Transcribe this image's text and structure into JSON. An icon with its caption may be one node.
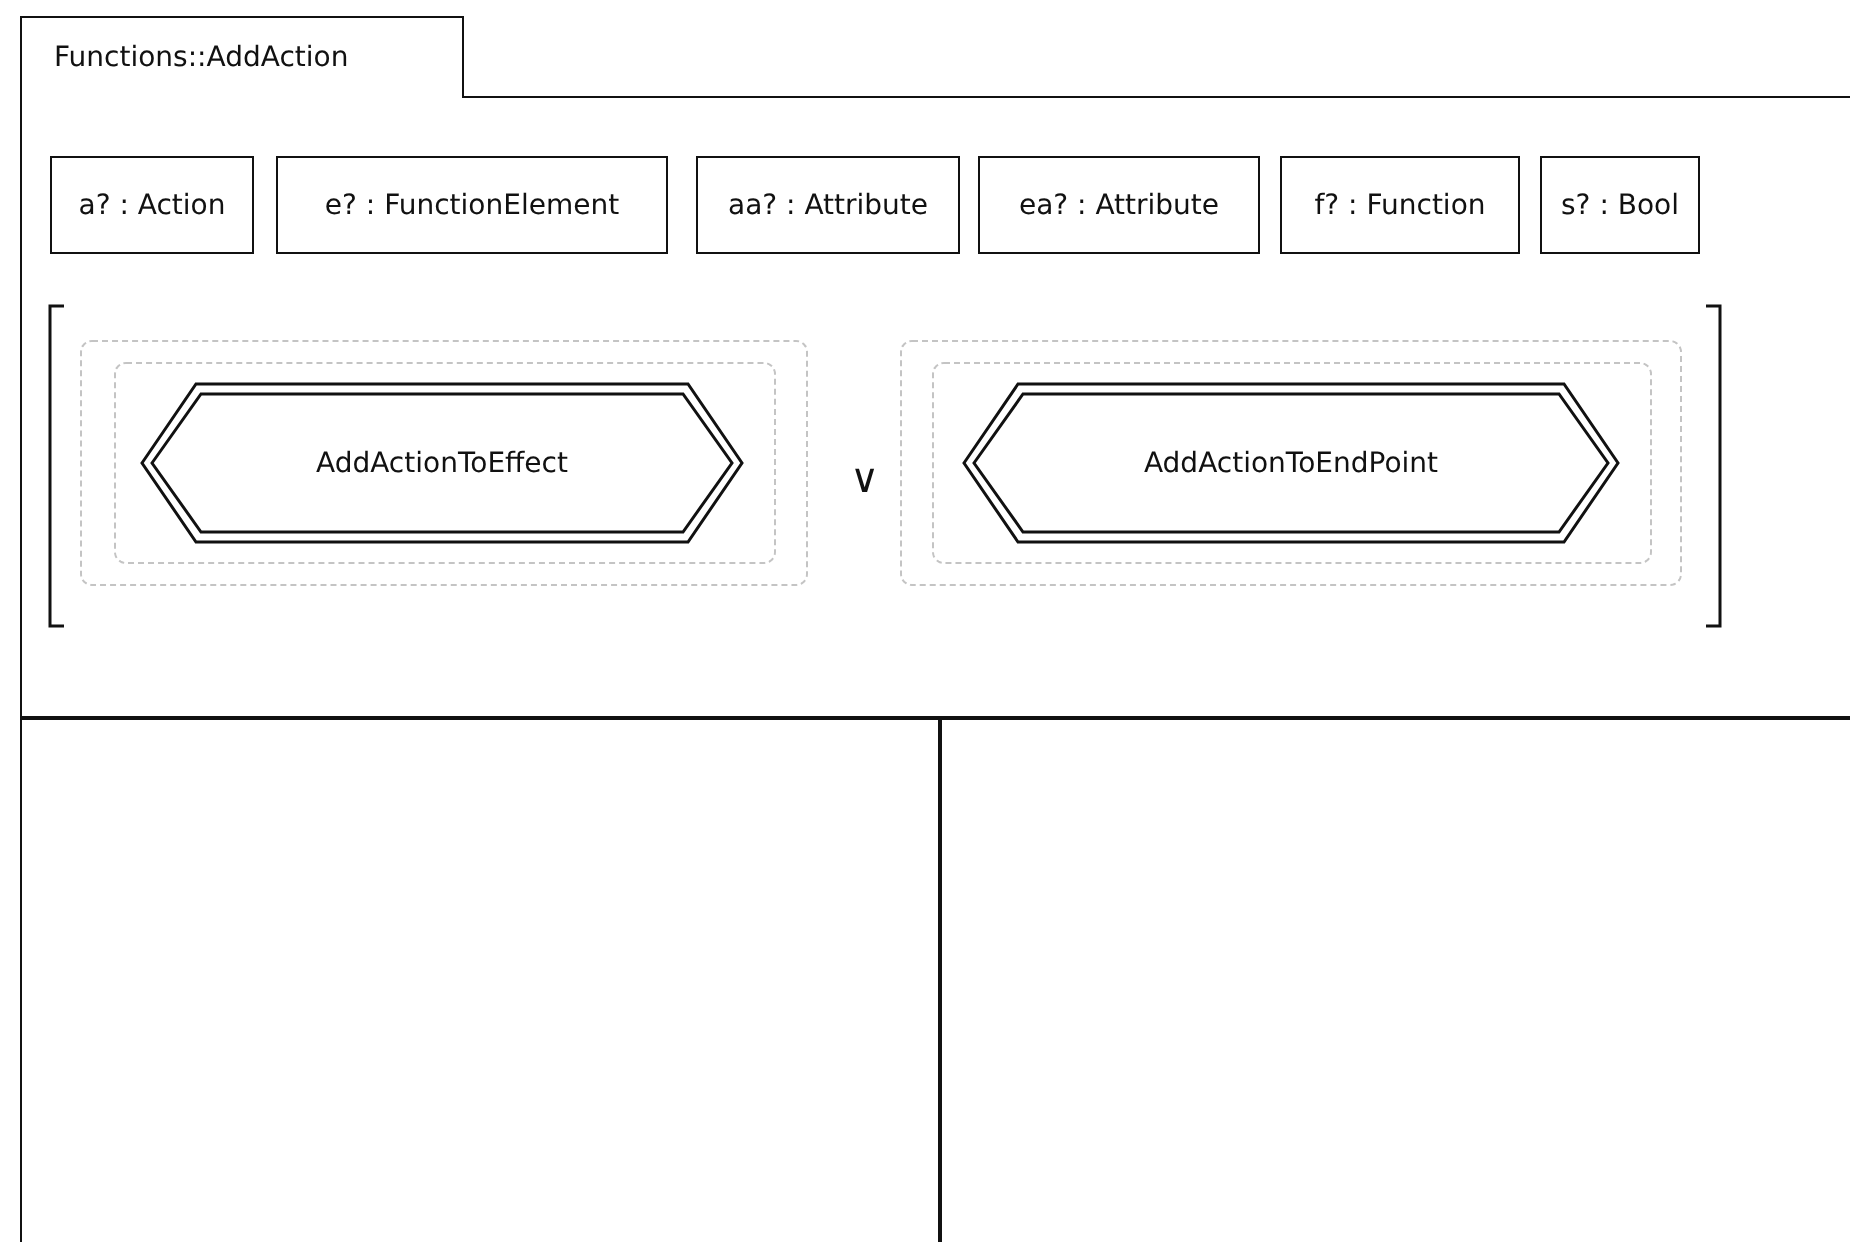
{
  "diagram": {
    "nodes": [
      {
        "text": [
          "Functions::AddAction"
        ]
      },
      {
        "text": [
          "a? : Action"
        ],
        "in": 0
      },
      {
        "text": [
          "e? : FunctionElement"
        ],
        "in": 0
      },
      {
        "text": [
          "aa? : Attribute"
        ],
        "in": 0
      },
      {
        "text": [
          "ea? : Attribute"
        ],
        "in": 0
      },
      {
        "text": [
          "f? : Function"
        ],
        "in": 0
      },
      {
        "text": [
          "s? : Bool"
        ],
        "in": 0
      },
      {
        "text": [
          "AddActionToEffect"
        ],
        "in": 0
      },
      {
        "text": [
          "AddActionToEndPoint"
        ],
        "in": 0
      }
    ],
    "labels": [
      "∨"
    ]
  }
}
